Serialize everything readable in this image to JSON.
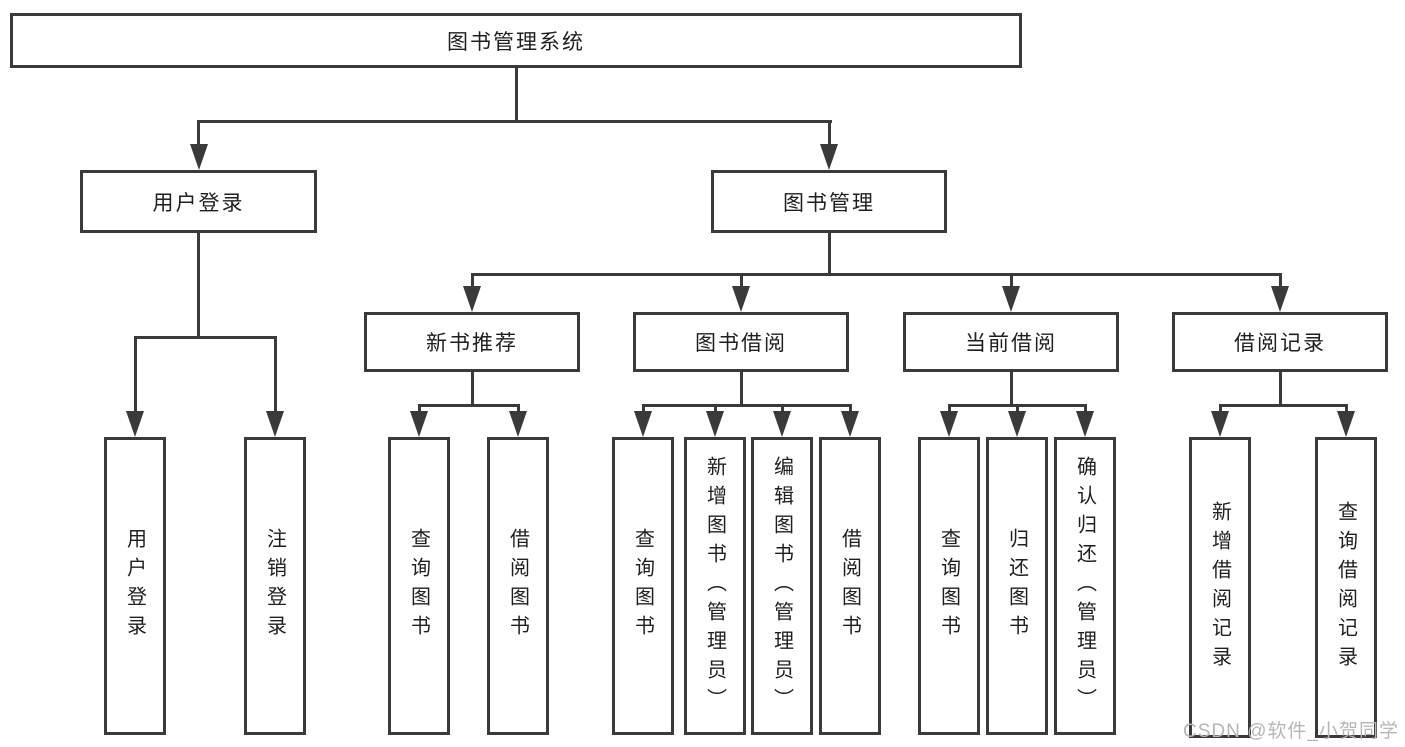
{
  "tree": {
    "root": "图书管理系统",
    "level2": [
      "用户登录",
      "图书管理"
    ],
    "level3": [
      "新书推荐",
      "图书借阅",
      "当前借阅",
      "借阅记录"
    ],
    "leaves": {
      "user_login": [
        "用户登录",
        "注销登录"
      ],
      "new_book": [
        "查询图书",
        "借阅图书"
      ],
      "book_borrow": [
        "查询图书",
        "新增图书（管理员）",
        "编辑图书（管理员）",
        "借阅图书"
      ],
      "current_borrow": [
        "查询图书",
        "归还图书",
        "确认归还（管理员）"
      ],
      "borrow_record": [
        "新增借阅记录",
        "查询借阅记录"
      ]
    }
  },
  "watermark": "CSDN @软件_小贺同学",
  "colors": {
    "line": "#3a3a3a",
    "text": "#1f1f1f",
    "watermark": "#b6b6b6",
    "background": "#ffffff"
  }
}
